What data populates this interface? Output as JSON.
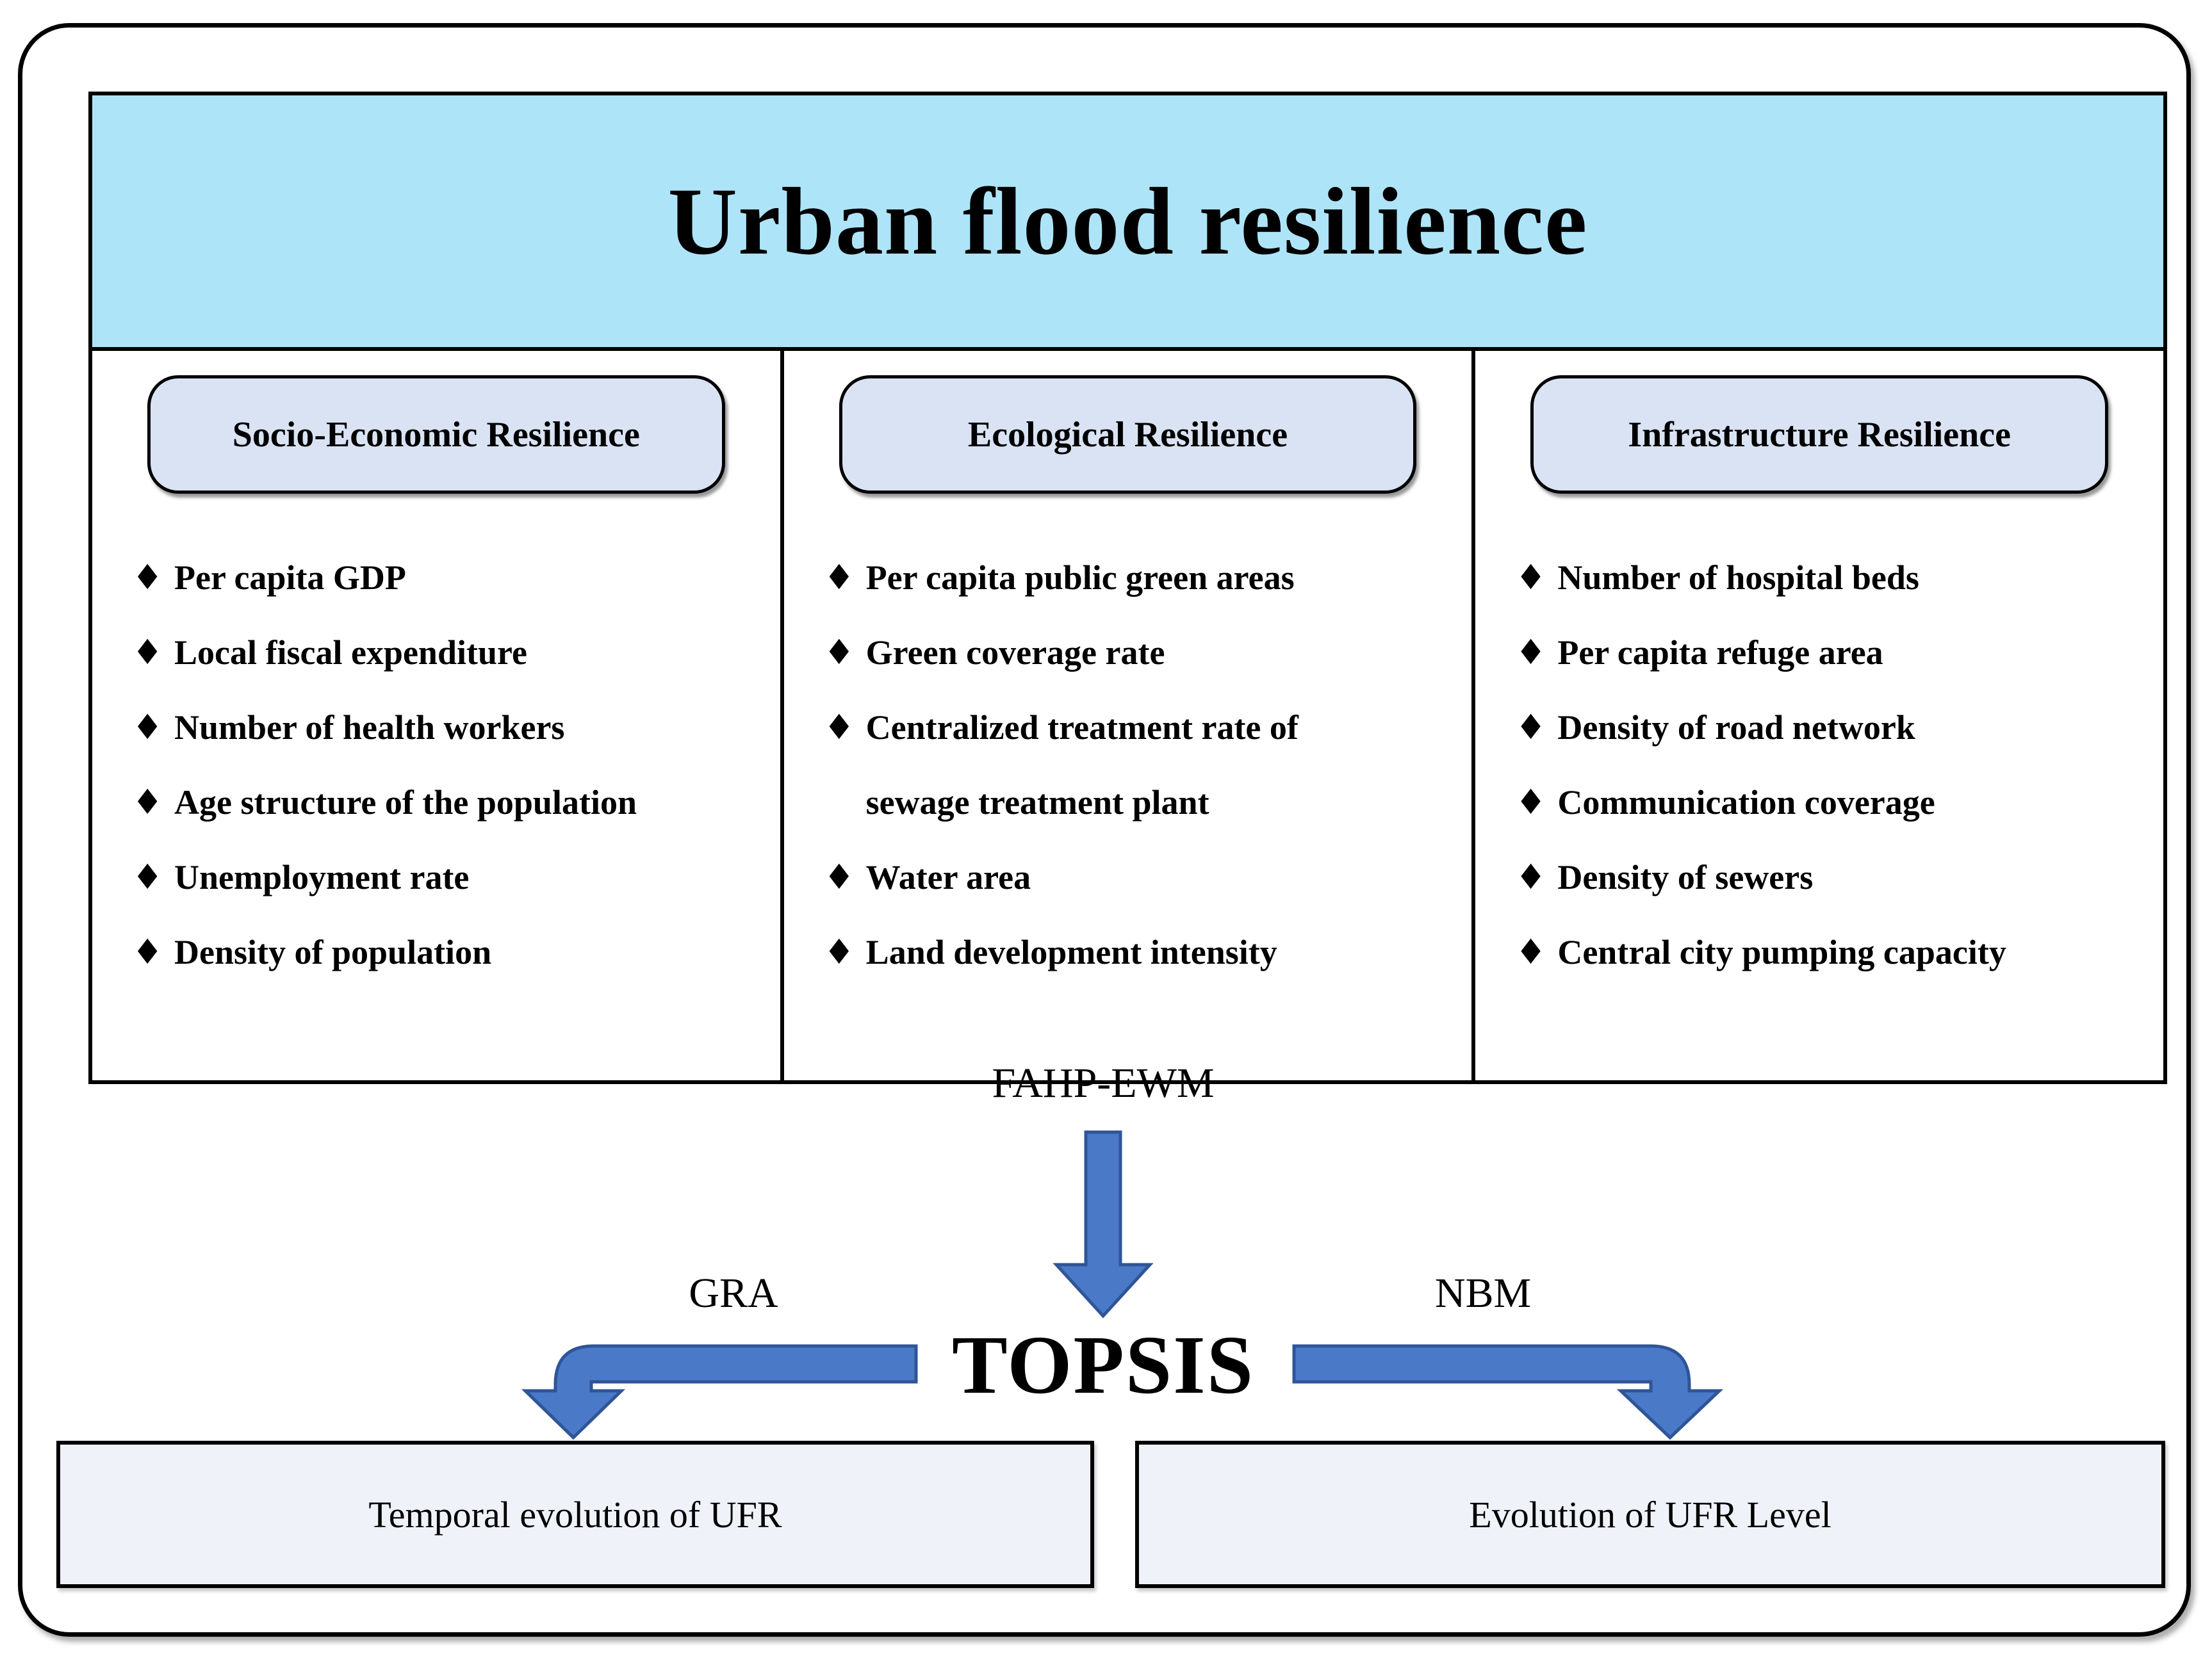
{
  "title": "Urban flood resilience",
  "colors": {
    "title_bar_bg": "#aee4f8",
    "pill_bg": "#dae3f3",
    "result_bg": "#f0f2f9",
    "arrow_fill": "#4a79c8",
    "arrow_stroke": "#2f5597",
    "line_color": "#000000"
  },
  "columns": [
    {
      "header": "Socio-Economic Resilience",
      "items": [
        {
          "bullet": "♦",
          "text": "Per capita GDP"
        },
        {
          "bullet": "♦",
          "text": "Local fiscal expenditure"
        },
        {
          "bullet": "♦",
          "text": "Number of health workers"
        },
        {
          "bullet": "♦",
          "text": "Age structure of the population"
        },
        {
          "bullet": "♦",
          "text": "Unemployment rate"
        },
        {
          "bullet": "♦",
          "text": "Density of population"
        }
      ]
    },
    {
      "header": "Ecological Resilience",
      "items": [
        {
          "bullet": "♦",
          "text": "Per capita public green areas"
        },
        {
          "bullet": "♦",
          "text": "Green coverage rate"
        },
        {
          "bullet": "♦",
          "text": "Centralized treatment rate of"
        },
        {
          "bullet": "",
          "text": "sewage treatment plant"
        },
        {
          "bullet": "♦",
          "text": "Water area"
        },
        {
          "bullet": "♦",
          "text": "Land development intensity"
        }
      ]
    },
    {
      "header": "Infrastructure Resilience",
      "items": [
        {
          "bullet": "♦",
          "text": "Number of hospital beds"
        },
        {
          "bullet": "♦",
          "text": "Per capita refuge area"
        },
        {
          "bullet": "♦",
          "text": "Density of road network"
        },
        {
          "bullet": "♦",
          "text": "Communication coverage"
        },
        {
          "bullet": "♦",
          "text": "Density of sewers"
        },
        {
          "bullet": "♦",
          "text": "Central city pumping capacity"
        }
      ]
    }
  ],
  "flow": {
    "weighting_method": "FAHP-EWM",
    "core_method": "TOPSIS",
    "left_branch": "GRA",
    "right_branch": "NBM",
    "left_result": "Temporal evolution of UFR",
    "right_result": "Evolution of UFR Level"
  }
}
